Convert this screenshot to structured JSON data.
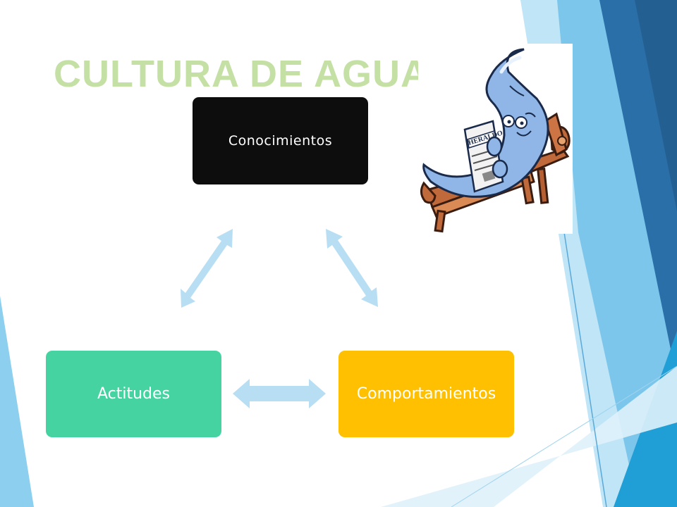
{
  "slide": {
    "title": "CULTURA DE AGUA"
  },
  "diagram": {
    "nodes": [
      {
        "id": "conocimientos",
        "label": "Conocimientos",
        "color": "#0d0d0d"
      },
      {
        "id": "actitudes",
        "label": "Actitudes",
        "color": "#45d3a2"
      },
      {
        "id": "comportamientos",
        "label": "Comportamientos",
        "color": "#fec000"
      }
    ],
    "edges": [
      {
        "from": "conocimientos",
        "to": "actitudes",
        "type": "double-arrow"
      },
      {
        "from": "conocimientos",
        "to": "comportamientos",
        "type": "double-arrow"
      },
      {
        "from": "actitudes",
        "to": "comportamientos",
        "type": "double-arrow"
      }
    ],
    "arrow_color": "#b8def4"
  },
  "illustration": {
    "name": "water-drop-reading-newspaper",
    "newspaper_text": "HERALDO"
  },
  "theme": {
    "title_color": "#c5e0a5",
    "accent_blues": [
      "#2a6fa8",
      "#3c93c9",
      "#1f9fd6",
      "#7cc6ec",
      "#bfe5f7"
    ]
  }
}
